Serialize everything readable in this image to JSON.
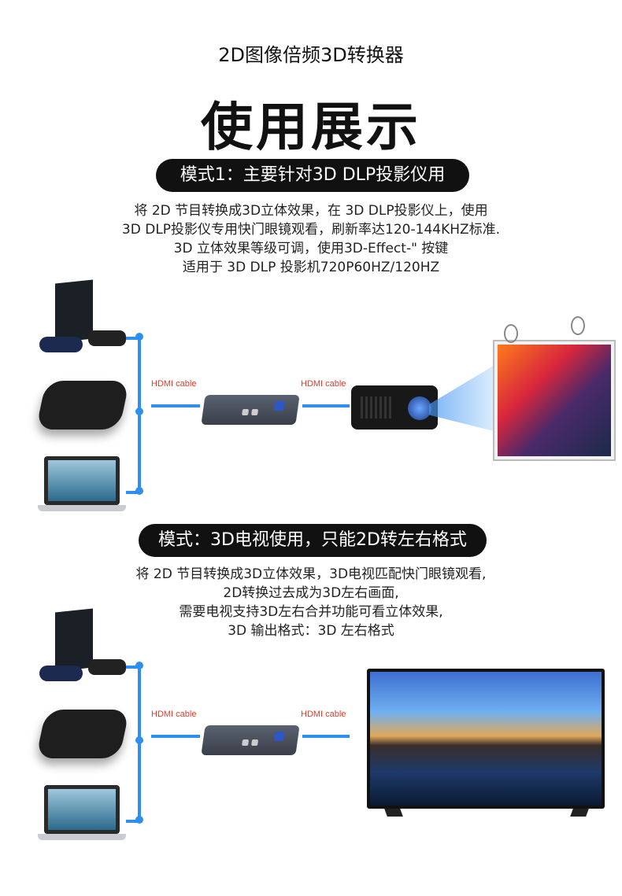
{
  "header": {
    "subtitle": "2D图像倍频3D转换器",
    "title": "使用展示"
  },
  "mode1": {
    "label": "模式1：主要针对3D DLP投影仪用",
    "lines": [
      "将 2D 节目转换成3D立体效果，在 3D DLP投影仪上，使用",
      "3D DLP投影仪专用快门眼镜观看，刷新率达120-144KHZ标准.",
      "3D 立体效果等级可调，使用3D-Effect-\" 按键",
      "适用于 3D  DLP 投影机720P60HZ/120HZ"
    ],
    "cable_in": "HDMI cable",
    "cable_out": "HDMI cable"
  },
  "mode2": {
    "label": "模式：3D电视使用，只能2D转左右格式",
    "lines": [
      "将 2D 节目转换成3D立体效果，3D电视匹配快门眼镜观看,",
      "2D转换过去成为3D左右画面,",
      "需要电视支持3D左右合并功能可看立体效果,",
      "3D 输出格式：3D 左右格式"
    ],
    "cable_in": "HDMI cable",
    "cable_out": "HDMI cable"
  },
  "colors": {
    "accent_line": "#2f8ff0",
    "cable_label": "#e23b2a",
    "pill_bg": "#111111"
  }
}
